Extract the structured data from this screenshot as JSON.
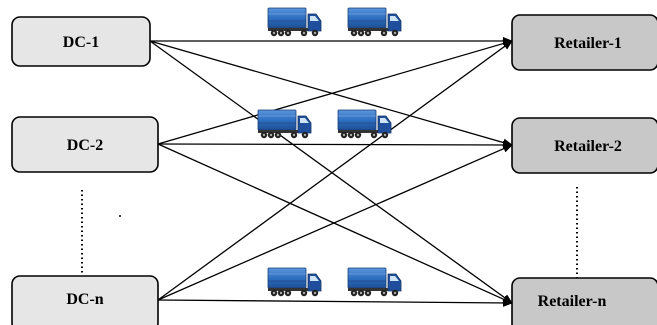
{
  "distribution_centers": [
    {
      "label": "DC-1"
    },
    {
      "label": "DC-2"
    },
    {
      "label": "DC-n"
    }
  ],
  "retailers": [
    {
      "label": "Retailer-1"
    },
    {
      "label": "Retailer-2"
    },
    {
      "label": "Retailer-n"
    }
  ],
  "connections": "all-to-all",
  "truck_icon": "blue-semi-truck-icon",
  "colors": {
    "dc_fill": "#e6e6e6",
    "retailer_fill": "#c8c8c8",
    "truck_cargo": "#2f6fc0",
    "truck_cab": "#1f4f9c",
    "line": "#000000"
  }
}
